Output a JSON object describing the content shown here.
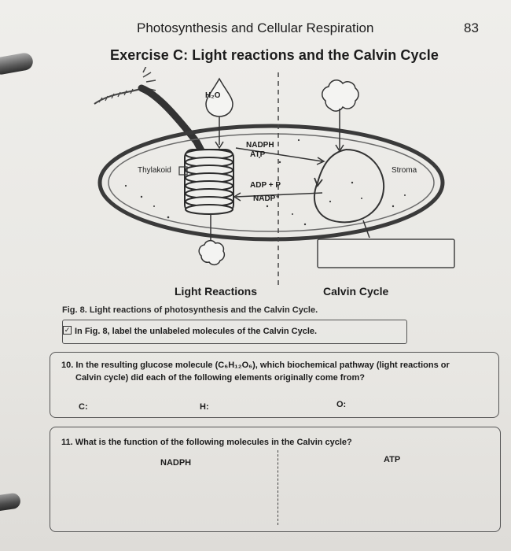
{
  "header": {
    "title": "Photosynthesis and Cellular Respiration",
    "page_number": "83",
    "exercise": "Exercise C: Light reactions and the Calvin Cycle"
  },
  "diagram": {
    "labels": {
      "water": "H₂O",
      "nadph_top": "NADPH",
      "atp": "ATP",
      "thylakoid": "Thylakoid",
      "stroma": "Stroma",
      "adp_p": "ADP + P",
      "nadp": "NADP⁺"
    },
    "captions": {
      "light": "Light Reactions",
      "calvin": "Calvin Cycle"
    }
  },
  "fig_caption": "Fig. 8. Light reactions of photosynthesis and the Calvin Cycle.",
  "instruction": "In Fig. 8, label the unlabeled molecules of the Calvin Cycle.",
  "q10": {
    "line1": "10. In the resulting glucose molecule (C₆H₁₂O₆), which biochemical pathway (light reactions or",
    "line2": "Calvin cycle) did each of the following elements originally come from?",
    "c": "C:",
    "h": "H:",
    "o": "O:"
  },
  "q11": {
    "question": "11. What is the function of the following molecules in the Calvin cycle?",
    "col1": "NADPH",
    "col2": "ATP"
  },
  "icons": [
    "sun-icon",
    "checkbox-icon",
    "molecule-cloud-icon"
  ]
}
